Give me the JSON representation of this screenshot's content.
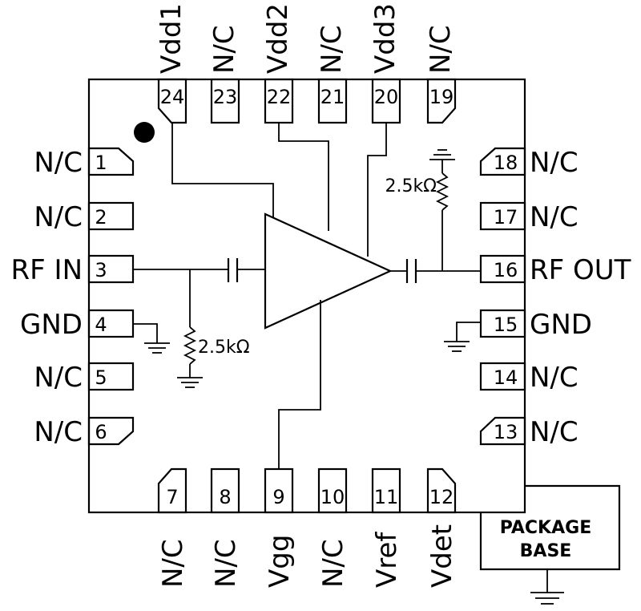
{
  "pins": {
    "p1": {
      "num": "1",
      "name": "N/C"
    },
    "p2": {
      "num": "2",
      "name": "N/C"
    },
    "p3": {
      "num": "3",
      "name": "RF IN"
    },
    "p4": {
      "num": "4",
      "name": "GND"
    },
    "p5": {
      "num": "5",
      "name": "N/C"
    },
    "p6": {
      "num": "6",
      "name": "N/C"
    },
    "p7": {
      "num": "7",
      "name": "N/C"
    },
    "p8": {
      "num": "8",
      "name": "N/C"
    },
    "p9": {
      "num": "9",
      "name": "Vgg"
    },
    "p10": {
      "num": "10",
      "name": "N/C"
    },
    "p11": {
      "num": "11",
      "name": "Vref"
    },
    "p12": {
      "num": "12",
      "name": "Vdet"
    },
    "p13": {
      "num": "13",
      "name": "N/C"
    },
    "p14": {
      "num": "14",
      "name": "N/C"
    },
    "p15": {
      "num": "15",
      "name": "GND"
    },
    "p16": {
      "num": "16",
      "name": "RF OUT"
    },
    "p17": {
      "num": "17",
      "name": "N/C"
    },
    "p18": {
      "num": "18",
      "name": "N/C"
    },
    "p19": {
      "num": "19",
      "name": "N/C"
    },
    "p20": {
      "num": "20",
      "name": "Vdd3"
    },
    "p21": {
      "num": "21",
      "name": "N/C"
    },
    "p22": {
      "num": "22",
      "name": "Vdd2"
    },
    "p23": {
      "num": "23",
      "name": "N/C"
    },
    "p24": {
      "num": "24",
      "name": "Vdd1"
    }
  },
  "resistors": {
    "input_res": "2.5kΩ",
    "output_res": "2.5kΩ"
  },
  "package_base": {
    "line1": "PACKAGE",
    "line2": "BASE"
  }
}
